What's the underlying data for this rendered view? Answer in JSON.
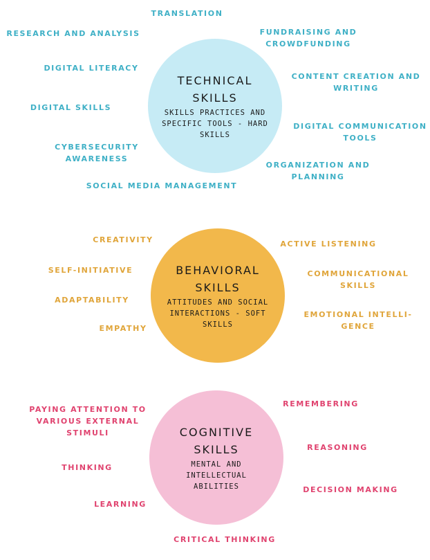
{
  "colors": {
    "technical_circle": "#c6ebf5",
    "technical_text": "#3fb0c6",
    "behavioral_circle": "#f2b84b",
    "behavioral_text": "#e0a53a",
    "cognitive_circle": "#f5bfd6",
    "cognitive_text": "#e0436f"
  },
  "technical": {
    "title": "TECHNICAL\nSKILLS",
    "subtitle": "SKILLS PRACTICES AND\nSPECIFIC TOOLS - HARD\nSKILLS",
    "skills": [
      "TRANSLATION",
      "RESEARCH AND ANALYSIS",
      "FUNDRAISING AND\nCROWDFUNDING",
      "DIGITAL LITERACY",
      "CONTENT CREATION AND\nWRITING",
      "DIGITAL SKILLS",
      "DIGITAL COMMUNICATION\nTOOLS",
      "CYBERSECURITY\nAWARENESS",
      "ORGANIZATION AND\nPLANNING",
      "SOCIAL MEDIA MANAGEMENT"
    ]
  },
  "behavioral": {
    "title": "BEHAVIORAL\nSKILLS",
    "subtitle": "ATTITUDES AND SOCIAL\nINTERACTIONS - SOFT\nSKILLS",
    "skills": [
      "CREATIVITY",
      "ACTIVE LISTENING",
      "SELF-INITIATIVE",
      "COMMUNICATIONAL\nSKILLS",
      "ADAPTABILITY",
      "EMOTIONAL INTELLI-\nGENCE",
      "EMPATHY"
    ]
  },
  "cognitive": {
    "title": "COGNITIVE\nSKILLS",
    "subtitle": "MENTAL AND\nINTELLECTUAL\nABILITIES",
    "skills": [
      "PAYING ATTENTION TO\nVARIOUS EXTERNAL\nSTIMULI",
      "REMEMBERING",
      "REASONING",
      "THINKING",
      "DECISION MAKING",
      "LEARNING",
      "CRITICAL THINKING"
    ]
  }
}
